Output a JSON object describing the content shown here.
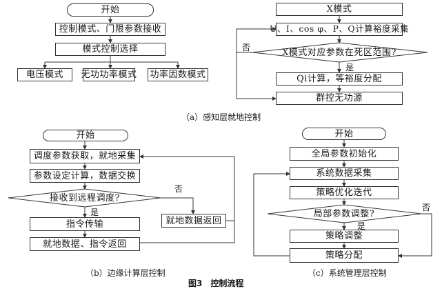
{
  "figure_title": "图3　控制流程",
  "panel_a": {
    "caption": "（a）感知层就地控制",
    "left": {
      "start": "开始",
      "step1": "控制模式、门限参数接收",
      "step2": "模式控制选择",
      "modes": [
        "电压模式",
        "无功功率模式",
        "功率因数模式"
      ]
    },
    "right": {
      "step1": "X模式",
      "step2": "U、I、cos φ、P、Q计算裕度采集",
      "decision": "X模式对应参数在死区范围?",
      "yes": "是",
      "no": "否",
      "step3": "Qi计算，等裕度分配",
      "step4": "群控无功源"
    }
  },
  "panel_b": {
    "caption": "（b）边缘计算层控制",
    "start": "开始",
    "step1": "调度参数获取，就地采集",
    "step2": "参数设定计算，数据交换",
    "decision": "接收到远程调度?",
    "yes": "是",
    "no": "否",
    "step3": "指令传输",
    "step4": "就地数据、指令返回",
    "side": "就地数据返回"
  },
  "panel_c": {
    "caption": "（c）系统管理层控制",
    "start": "开始",
    "step1": "全局参数初始化",
    "step2": "系统数据采集",
    "step3": "策略优化迭代",
    "decision": "局部参数调整?",
    "yes": "是",
    "no": "否",
    "step4": "策略调整",
    "step5": "策略分配"
  }
}
